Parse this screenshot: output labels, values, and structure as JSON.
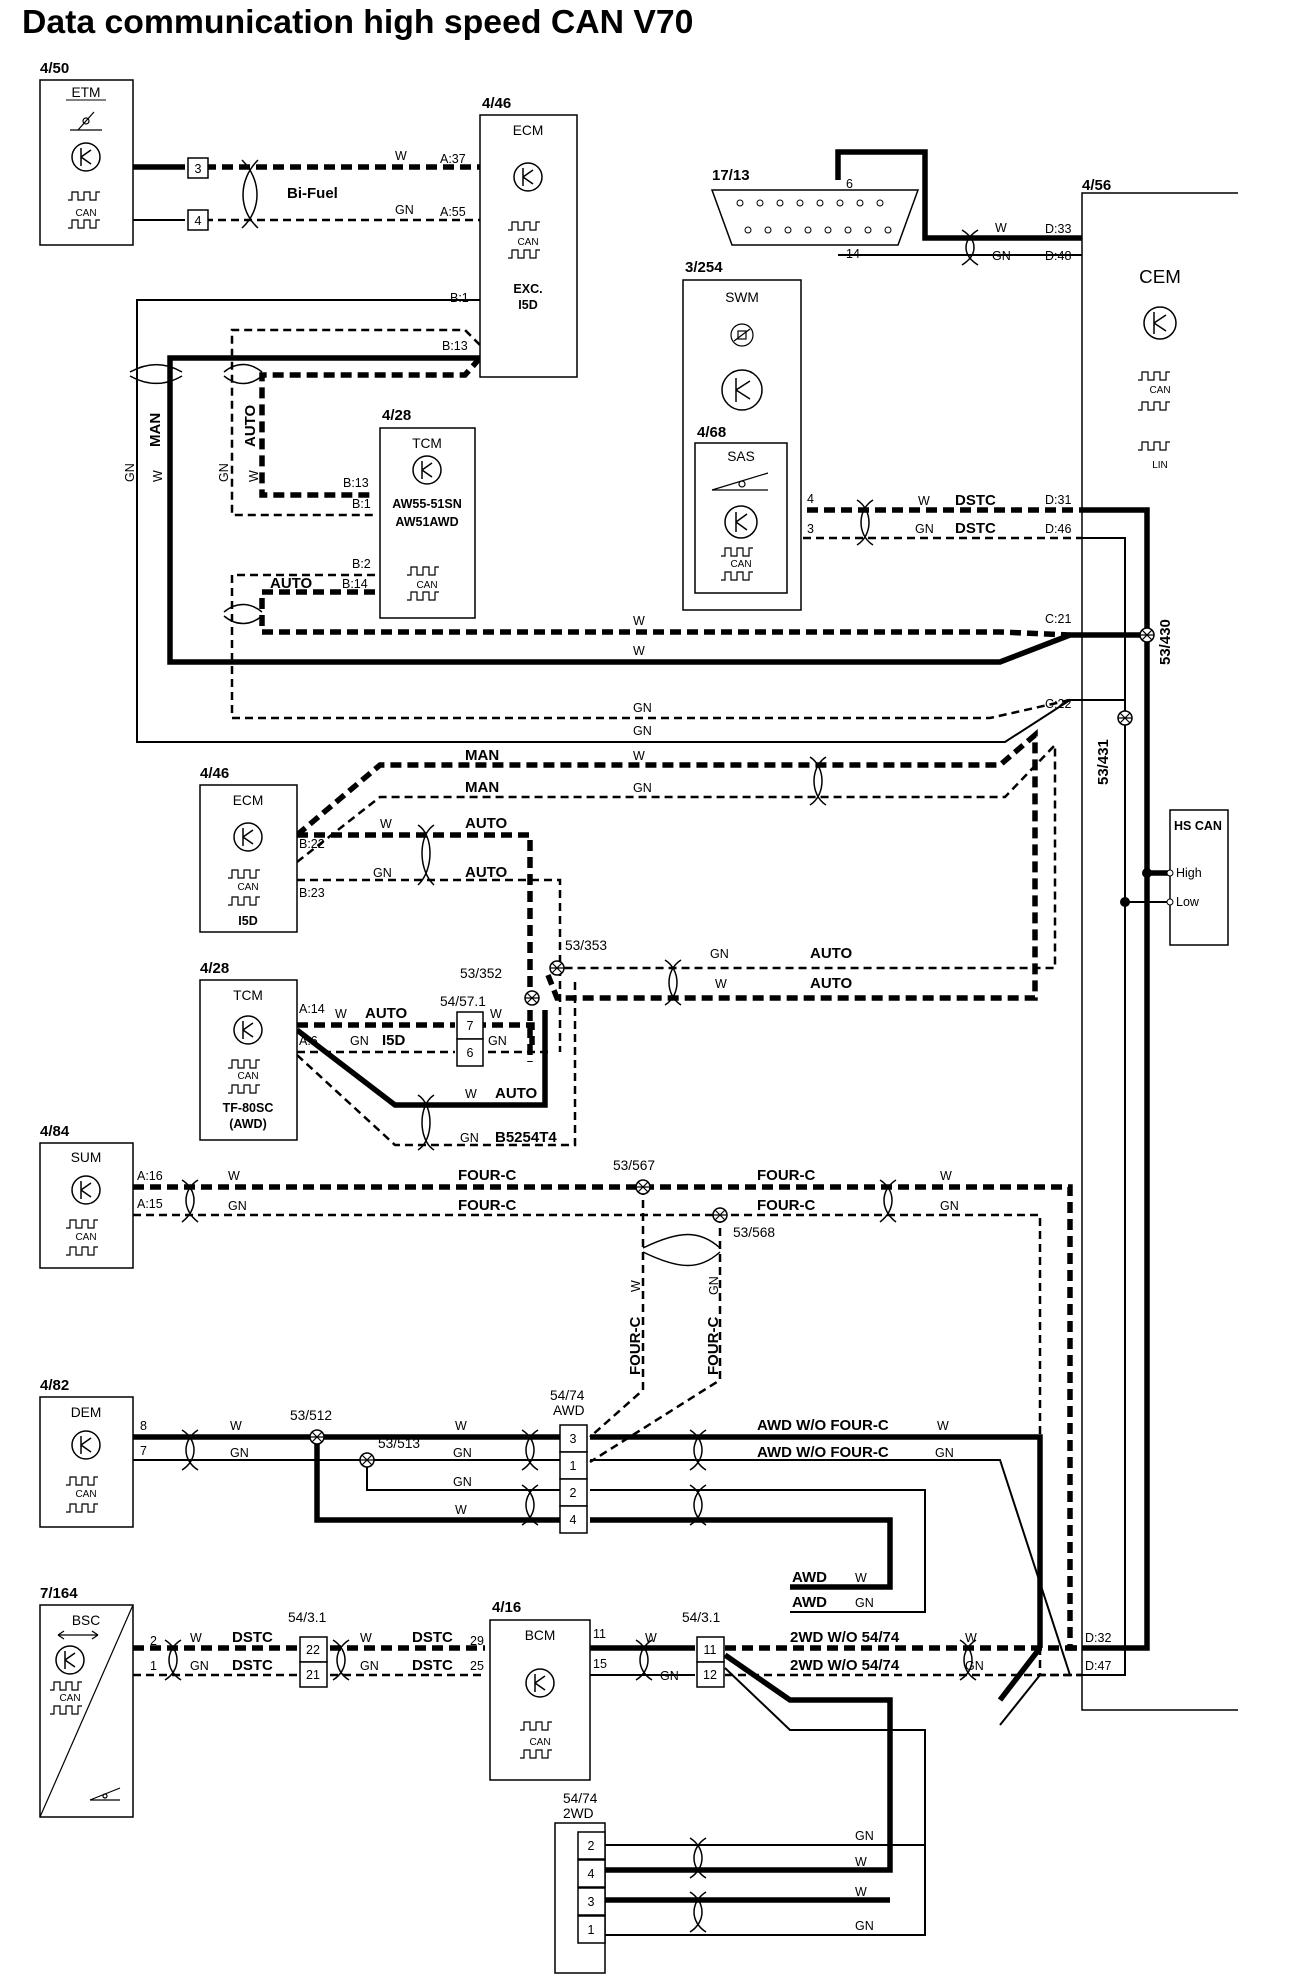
{
  "title": "Data communication high speed CAN V70",
  "components": {
    "etm": {
      "ref": "4/50",
      "name": "ETM",
      "can": "CAN"
    },
    "ecm_top": {
      "ref": "4/46",
      "name": "ECM",
      "can": "CAN",
      "note1": "EXC.",
      "note2": "I5D"
    },
    "tcm_top": {
      "ref": "4/28",
      "name": "TCM",
      "can": "CAN",
      "variant1": "AW55-51SN",
      "variant2": "AW51AWD"
    },
    "dlc": {
      "ref": "17/13"
    },
    "swm": {
      "ref": "3/254",
      "name": "SWM"
    },
    "sas": {
      "ref": "4/68",
      "name": "SAS",
      "can": "CAN"
    },
    "cem": {
      "ref": "4/56",
      "name": "CEM",
      "can": "CAN",
      "lin": "LIN"
    },
    "ecm_mid": {
      "ref": "4/46",
      "name": "ECM",
      "can": "CAN",
      "note": "I5D"
    },
    "tcm_mid": {
      "ref": "4/28",
      "name": "TCM",
      "can": "CAN",
      "variant1": "TF-80SC",
      "variant2": "(AWD)"
    },
    "sum": {
      "ref": "4/84",
      "name": "SUM",
      "can": "CAN"
    },
    "dem": {
      "ref": "4/82",
      "name": "DEM",
      "can": "CAN"
    },
    "bsc": {
      "ref": "7/164",
      "name": "BSC",
      "can": "CAN"
    },
    "bcm": {
      "ref": "4/16",
      "name": "BCM",
      "can": "CAN"
    },
    "hs_can": {
      "name": "HS CAN",
      "high": "High",
      "low": "Low"
    }
  },
  "connectors": {
    "bifuel": "Bi-Fuel",
    "c_54_57_1": "54/57.1",
    "c_54_74_awd_ref": "54/74",
    "c_54_74_awd_name": "AWD",
    "c_54_3_1_left": "54/3.1",
    "c_54_3_1_right": "54/3.1",
    "c_54_74_2wd_ref": "54/74",
    "c_54_74_2wd_name": "2WD"
  },
  "splices": {
    "s430": "53/430",
    "s431": "53/431",
    "s353": "53/353",
    "s352": "53/352",
    "s567": "53/567",
    "s568": "53/568",
    "s512": "53/512",
    "s513": "53/513"
  },
  "pins": {
    "etm_3": "3",
    "etm_4": "4",
    "ecm_a37": "A:37",
    "ecm_a55": "A:55",
    "ecm_b1": "B:1",
    "ecm_b13": "B:13",
    "tcm_b13": "B:13",
    "tcm_b1": "B:1",
    "tcm_b2": "B:2",
    "tcm_b14": "B:14",
    "dlc_6": "6",
    "dlc_14": "14",
    "cem_d33": "D:33",
    "cem_d48": "D:48",
    "cem_d31": "D:31",
    "cem_d46": "D:46",
    "cem_c21": "C:21",
    "cem_c22": "C:22",
    "cem_d32": "D:32",
    "cem_d47": "D:47",
    "sas_4": "4",
    "sas_3": "3",
    "ecm2_b22": "B:22",
    "ecm2_b23": "B:23",
    "tcm2_a14": "A:14",
    "tcm2_a6": "A:6",
    "c57_7": "7",
    "c57_6": "6",
    "sum_a16": "A:16",
    "sum_a15": "A:15",
    "dem_8": "8",
    "dem_7": "7",
    "awd_3": "3",
    "awd_1": "1",
    "awd_2": "2",
    "awd_4": "4",
    "bsc_2": "2",
    "bsc_1": "1",
    "c31l_22": "22",
    "c31l_21": "21",
    "bcm_29": "29",
    "bcm_25": "25",
    "bcm_11": "11",
    "bcm_15": "15",
    "c31r_11": "11",
    "c31r_12": "12",
    "twd_2": "2",
    "twd_4": "4",
    "twd_3": "3",
    "twd_1": "1"
  },
  "wire_labels": {
    "w": "W",
    "gn": "GN",
    "man": "MAN",
    "auto": "AUTO",
    "dstc": "DSTC",
    "i5d": "I5D",
    "b5254t4": "B5254T4",
    "fourc": "FOUR-C",
    "awd_wo_fourc": "AWD W/O FOUR-C",
    "awd": "AWD",
    "twd_wo": "2WD W/O 54/74"
  }
}
